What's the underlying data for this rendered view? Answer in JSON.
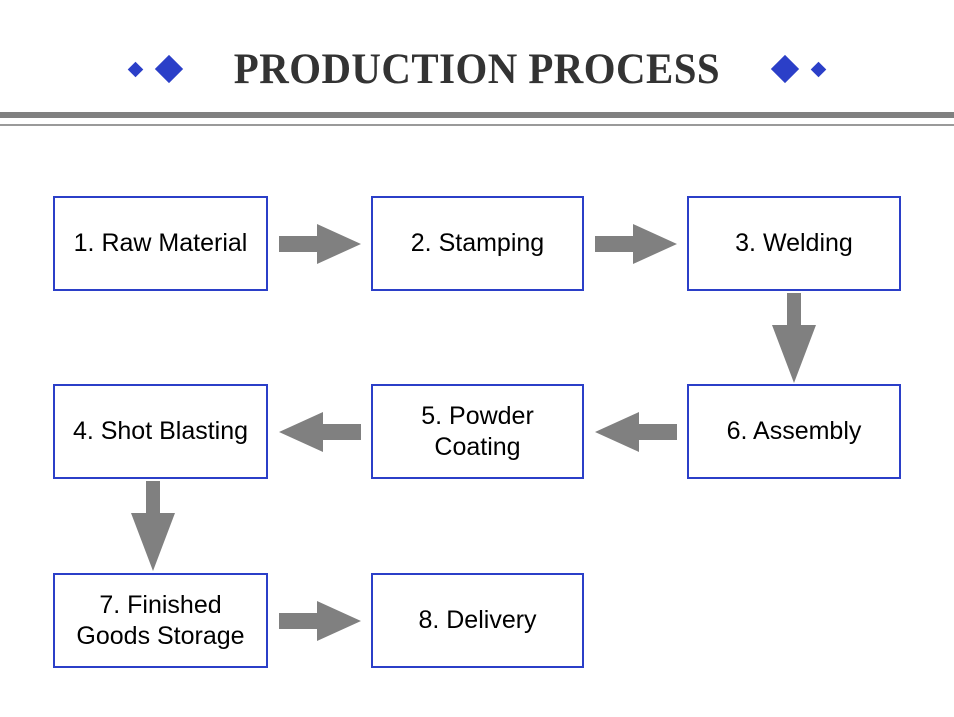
{
  "slide": {
    "title": "PRODUCTION PROCESS",
    "title_color": "#333333",
    "accent_color": "#2b3fc8",
    "arrow_color": "#808080",
    "divider_color": "#808080",
    "background": "#ffffff",
    "bullets_left": [
      "small-blue-diamond",
      "large-blue-diamond"
    ],
    "bullets_right": [
      "large-blue-diamond",
      "small-blue-diamond"
    ]
  },
  "flow": {
    "boxes": [
      {
        "id": "raw-material",
        "lines": [
          "1. Raw Material"
        ]
      },
      {
        "id": "stamping",
        "lines": [
          "2. Stamping"
        ]
      },
      {
        "id": "welding",
        "lines": [
          "3. Welding"
        ]
      },
      {
        "id": "shot-blasting",
        "lines": [
          "4. Shot Blasting"
        ]
      },
      {
        "id": "powder-coating",
        "lines": [
          "5. Powder",
          "Coating"
        ]
      },
      {
        "id": "assembly",
        "lines": [
          "6. Assembly"
        ]
      },
      {
        "id": "finished-goods-storage",
        "lines": [
          "7. Finished",
          "Goods Storage"
        ]
      },
      {
        "id": "delivery",
        "lines": [
          "8. Delivery"
        ]
      }
    ],
    "arrows": [
      {
        "id": "raw-material-to-stamping",
        "direction": "right"
      },
      {
        "id": "stamping-to-welding",
        "direction": "right"
      },
      {
        "id": "welding-to-assembly",
        "direction": "down"
      },
      {
        "id": "assembly-to-powder-coating",
        "direction": "left"
      },
      {
        "id": "powder-coating-to-shot-blasting",
        "direction": "left"
      },
      {
        "id": "shot-blasting-to-finished-goods",
        "direction": "down"
      },
      {
        "id": "finished-goods-to-delivery",
        "direction": "right"
      }
    ]
  }
}
